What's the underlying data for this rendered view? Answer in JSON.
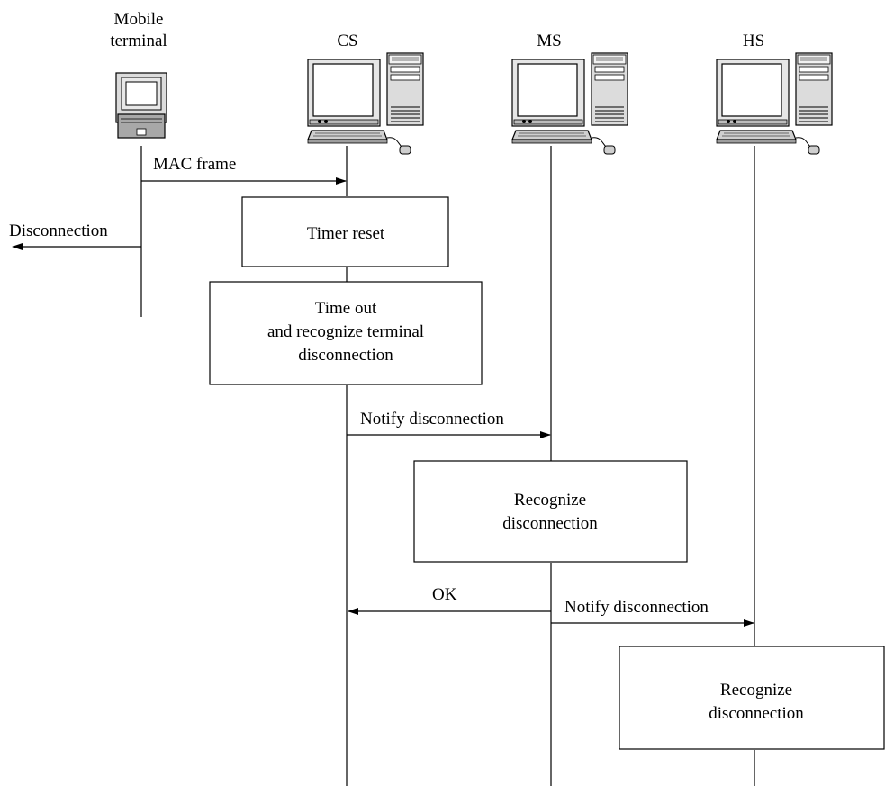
{
  "participants": {
    "mobile": {
      "label_line1": "Mobile",
      "label_line2": "terminal",
      "icon": "laptop-icon"
    },
    "cs": {
      "label": "CS",
      "icon": "desktop-computer-icon"
    },
    "ms": {
      "label": "MS",
      "icon": "desktop-computer-icon"
    },
    "hs": {
      "label": "HS",
      "icon": "desktop-computer-icon"
    }
  },
  "messages": {
    "mac_frame": "MAC frame",
    "disconnection": "Disconnection",
    "notify_cs_ms": "Notify disconnection",
    "ok": "OK",
    "notify_ms_hs": "Notify disconnection"
  },
  "boxes": {
    "timer_reset": "Timer reset",
    "timeout": [
      "Time out",
      "and recognize terminal",
      "disconnection"
    ],
    "recognize_ms": [
      "Recognize",
      "disconnection"
    ],
    "recognize_hs": [
      "Recognize",
      "disconnection"
    ]
  }
}
